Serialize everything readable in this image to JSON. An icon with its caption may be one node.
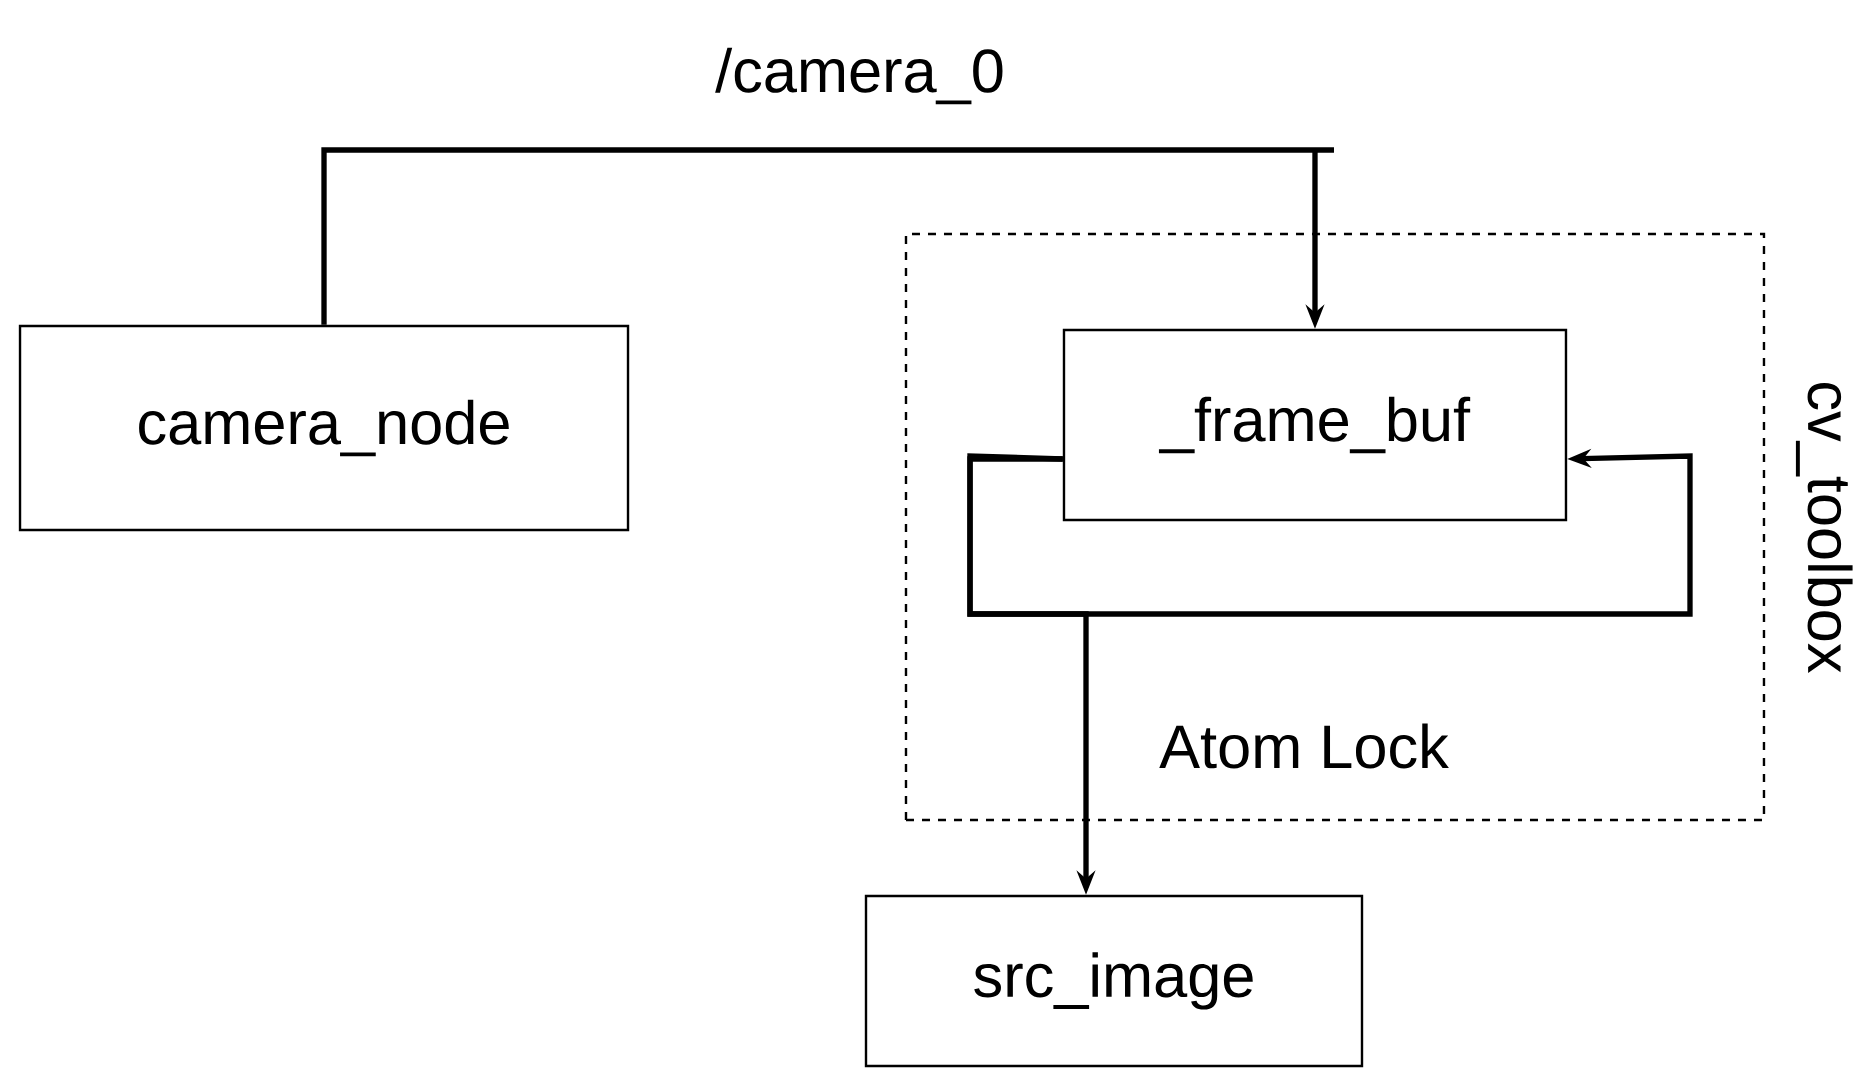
{
  "diagram": {
    "nodes": [
      {
        "text": [
          "camera_node"
        ]
      },
      {
        "text": [
          "cv_toolbox"
        ]
      },
      {
        "text": [
          "_frame_buf"
        ],
        "in": 1
      },
      {
        "text": [
          "src_image"
        ]
      }
    ],
    "edges": [
      {
        "from": 0,
        "to": 2,
        "arrow": "to",
        "label": "/camera_0"
      },
      {
        "from": 2,
        "to": 2,
        "arrow": "to"
      },
      {
        "from": 2,
        "to": 3,
        "arrow": "to",
        "label": "Atom Lock"
      }
    ]
  }
}
